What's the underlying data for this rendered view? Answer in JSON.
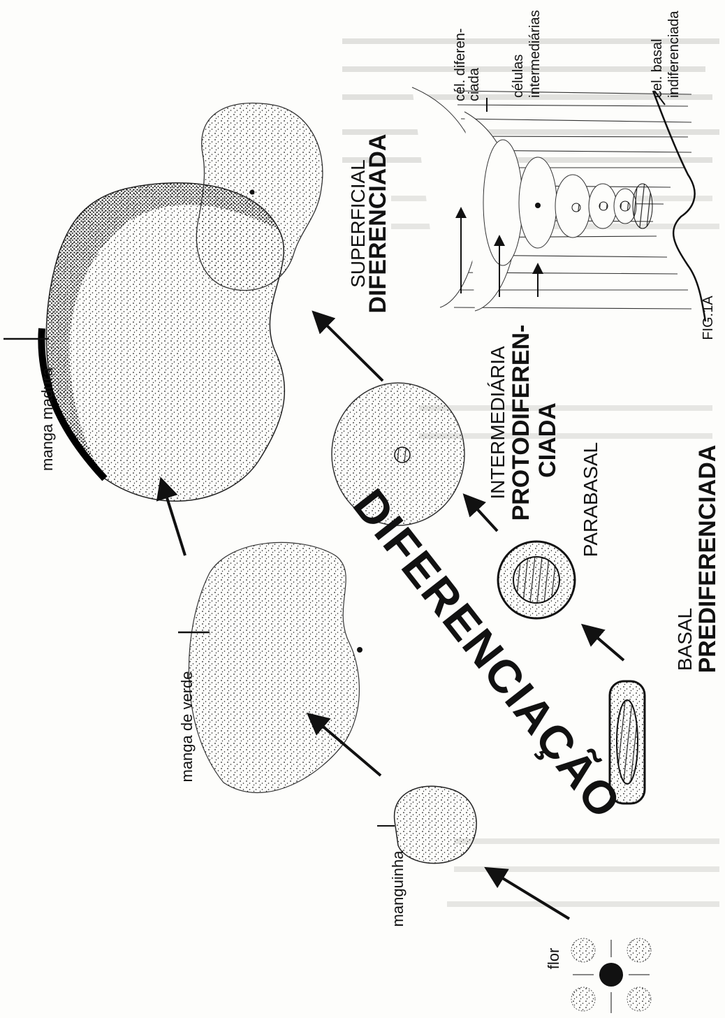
{
  "main_label": "DIFERENCIAÇÃO",
  "fruit_stages": {
    "flower": "flor",
    "small": "manguinha",
    "green": "manga de verde",
    "ripe": "manga madura"
  },
  "cell_stages": {
    "basal": {
      "name": "BASAL",
      "type": "PREDIFERENCIADA"
    },
    "parabasal": {
      "name": "PARABASAL"
    },
    "intermediate": {
      "name": "INTERMEDIÁRIA",
      "type_line1": "PROTODIFEREN-",
      "type_line2": "CIADA"
    },
    "superficial": {
      "name": "SUPERFICIAL",
      "type": "DIFERENCIADA"
    }
  },
  "epithelium_figure": {
    "label_diff_line1": "cél. diferen-",
    "label_diff_line2": "ciada",
    "label_inter_line1": "células",
    "label_inter_line2": "intermediárias",
    "label_basal_line1": "cel. basal",
    "label_basal_line2": "indiferenciada",
    "fig_label": "FIG.1A"
  },
  "colors": {
    "ink": "#111111",
    "paper": "#fdfdfb",
    "bleed_text": "#cfcfcb"
  }
}
